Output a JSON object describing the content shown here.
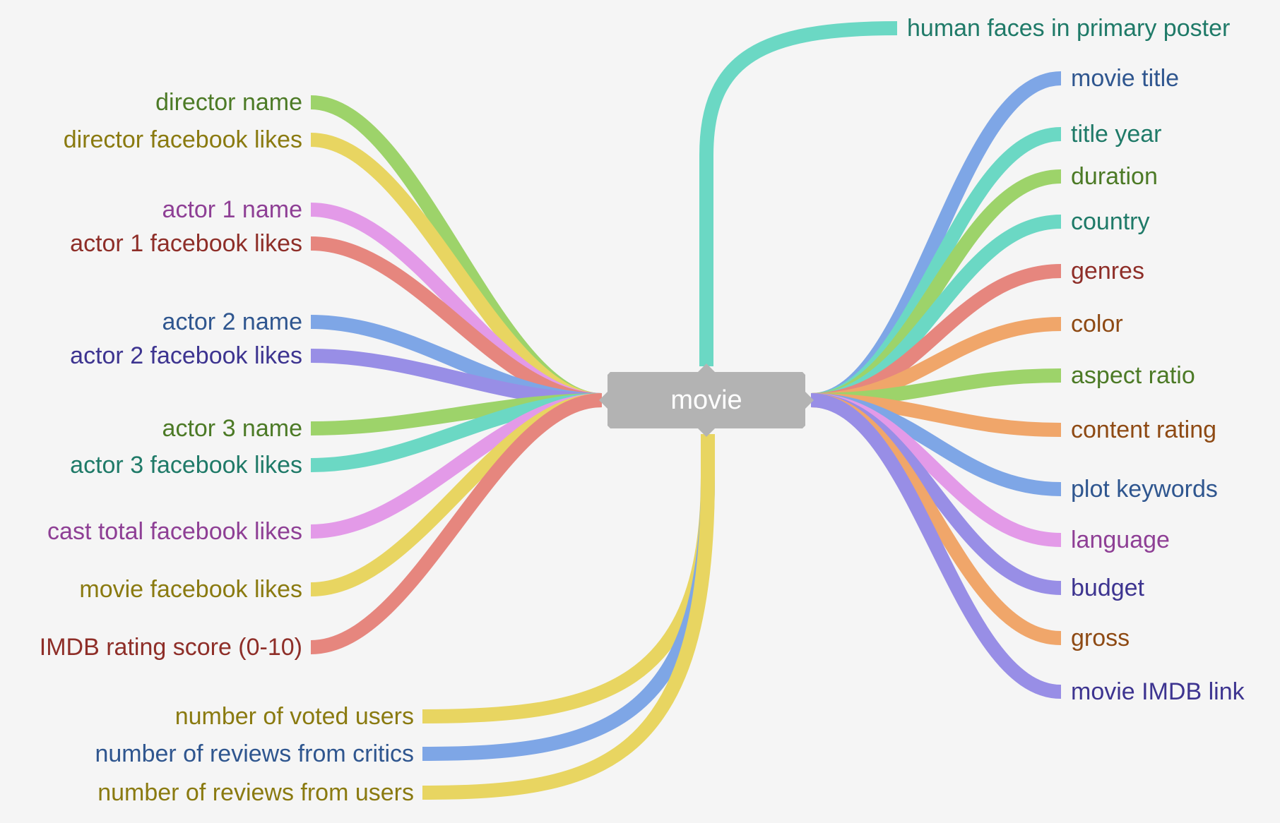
{
  "root": {
    "label": "movie",
    "color": "#b3b3b3"
  },
  "nodes": [
    {
      "id": "director-name",
      "label": "director name",
      "side": "left",
      "color": "#9dd36a",
      "text_color": "#4c7a26"
    },
    {
      "id": "director-facebook-likes",
      "label": "director facebook likes",
      "side": "left",
      "color": "#e8d561",
      "text_color": "#8a7a10"
    },
    {
      "id": "actor-1-name",
      "label": "actor 1 name",
      "side": "left",
      "color": "#e39ae8",
      "text_color": "#8e3f95"
    },
    {
      "id": "actor-1-facebook-likes",
      "label": "actor 1 facebook likes",
      "side": "left",
      "color": "#e6867e",
      "text_color": "#8e2e28"
    },
    {
      "id": "actor-2-name",
      "label": "actor 2 name",
      "side": "left",
      "color": "#7ea6e6",
      "text_color": "#2f568f"
    },
    {
      "id": "actor-2-facebook-likes",
      "label": "actor 2 facebook likes",
      "side": "left",
      "color": "#988ee6",
      "text_color": "#3d3490"
    },
    {
      "id": "actor-3-name",
      "label": "actor 3 name",
      "side": "left",
      "color": "#9dd36a",
      "text_color": "#4c7a26"
    },
    {
      "id": "actor-3-facebook-likes",
      "label": "actor 3 facebook likes",
      "side": "left",
      "color": "#6bd8c4",
      "text_color": "#1f7a68"
    },
    {
      "id": "cast-total-facebook-likes",
      "label": "cast total facebook likes",
      "side": "left",
      "color": "#e39ae8",
      "text_color": "#8e3f95"
    },
    {
      "id": "movie-facebook-likes",
      "label": "movie facebook likes",
      "side": "left",
      "color": "#e8d561",
      "text_color": "#8a7a10"
    },
    {
      "id": "imdb-rating-score",
      "label": "IMDB rating score (0-10)",
      "side": "left",
      "color": "#e6867e",
      "text_color": "#8e2e28"
    },
    {
      "id": "number-of-voted-users",
      "label": "number of voted users",
      "side": "bottom",
      "color": "#e8d561",
      "text_color": "#8a7a10"
    },
    {
      "id": "number-of-reviews-from-critics",
      "label": "number of reviews from critics",
      "side": "bottom",
      "color": "#7ea6e6",
      "text_color": "#2f568f"
    },
    {
      "id": "number-of-reviews-from-users",
      "label": "number of reviews from users",
      "side": "bottom",
      "color": "#e8d561",
      "text_color": "#8a7a10"
    },
    {
      "id": "human-faces-in-primary-poster",
      "label": "human faces in primary poster",
      "side": "top",
      "color": "#6bd8c4",
      "text_color": "#1f7a68"
    },
    {
      "id": "movie-title",
      "label": "movie title",
      "side": "right",
      "color": "#7ea6e6",
      "text_color": "#2f568f"
    },
    {
      "id": "title-year",
      "label": "title year",
      "side": "right",
      "color": "#6bd8c4",
      "text_color": "#1f7a68"
    },
    {
      "id": "duration",
      "label": "duration",
      "side": "right",
      "color": "#9dd36a",
      "text_color": "#4c7a26"
    },
    {
      "id": "country",
      "label": "country",
      "side": "right",
      "color": "#6bd8c4",
      "text_color": "#1f7a68"
    },
    {
      "id": "genres",
      "label": "genres",
      "side": "right",
      "color": "#e6867e",
      "text_color": "#8e2e28"
    },
    {
      "id": "color",
      "label": "color",
      "side": "right",
      "color": "#f0a66a",
      "text_color": "#8e4a14"
    },
    {
      "id": "aspect-ratio",
      "label": "aspect ratio",
      "side": "right",
      "color": "#9dd36a",
      "text_color": "#4c7a26"
    },
    {
      "id": "content-rating",
      "label": "content rating",
      "side": "right",
      "color": "#f0a66a",
      "text_color": "#8e4a14"
    },
    {
      "id": "plot-keywords",
      "label": "plot keywords",
      "side": "right",
      "color": "#7ea6e6",
      "text_color": "#2f568f"
    },
    {
      "id": "language",
      "label": "language",
      "side": "right",
      "color": "#e39ae8",
      "text_color": "#8e3f95"
    },
    {
      "id": "budget",
      "label": "budget",
      "side": "right",
      "color": "#988ee6",
      "text_color": "#3d3490"
    },
    {
      "id": "gross",
      "label": "gross",
      "side": "right",
      "color": "#f0a66a",
      "text_color": "#8e4a14"
    },
    {
      "id": "movie-imdb-link",
      "label": "movie IMDB link",
      "side": "right",
      "color": "#988ee6",
      "text_color": "#3d3490"
    }
  ]
}
